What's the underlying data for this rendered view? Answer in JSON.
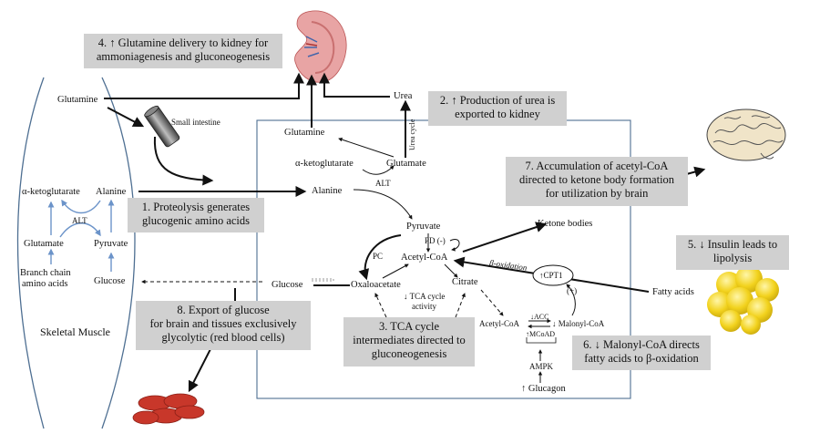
{
  "colors": {
    "arrow": "#111111",
    "muscle_arrow": "#6b93c9",
    "frame": "#4e6f92",
    "box_fill": "#d0d0d0",
    "rbc": "#c8372a",
    "kidney": "#e8a4a4",
    "fat": "#f2d21d",
    "brain": "#f0e4c8"
  },
  "icons": {
    "kidney": "kidney-icon",
    "brain": "brain-icon",
    "intestine": "small-intestine-icon",
    "fat": "adipose-tissue-icon",
    "rbc": "red-blood-cells-icon"
  },
  "muscle": {
    "title": "Skeletal Muscle",
    "glutamine": "Glutamine",
    "a_kg": "α-ketoglutarate",
    "alanine": "Alanine",
    "alt": "ALT",
    "glutamate": "Glutamate",
    "pyruvate": "Pyruvate",
    "branch_chain": "Branch chain",
    "amino_acids": "amino acids",
    "glucose": "Glucose"
  },
  "intestine_label": "Small intestine",
  "liver": {
    "glutamine": "Glutamine",
    "a_kg": "α-ketoglutarate",
    "glutamate": "Glutamate",
    "urea_cycle": "Urea cycle",
    "urea": "Urea",
    "alt": "ALT",
    "alanine": "Alanine",
    "pyruvate": "Pyruvate",
    "pd": "PD (-)",
    "pc": "PC",
    "acetyl_coa": "Acetyl-CoA",
    "oxaloacetate": "Oxaloacetate",
    "citrate": "Citrate",
    "glucose": "Glucose",
    "tca_activity_1": "↓ TCA cycle",
    "tca_activity_2": "activity",
    "ketone_bodies": "Ketone bodies",
    "beta_oxidation": "β-oxidation",
    "cpt1": "↑CPT1",
    "plus": "(+)",
    "fatty_acids": "Fatty acids",
    "acetyl_coa_2": "Acetyl-CoA",
    "acc": "↓ACC",
    "malonyl_coa": "↓ Malonyl-CoA",
    "mcoad": "↑MCoAD",
    "ampk": "AMPK",
    "glucagon": "↑ Glucagon"
  },
  "boxes": {
    "b1": [
      "1. Proteolysis generates",
      "glucogenic amino acids"
    ],
    "b2": [
      "2. ↑ Production of urea is",
      "exported to kidney"
    ],
    "b3": [
      "3. TCA cycle",
      "intermediates directed to",
      "gluconeogenesis"
    ],
    "b4": [
      "4. ↑ Glutamine delivery to kidney for",
      "ammoniagenesis and gluconeogenesis"
    ],
    "b5": [
      "5. ↓ Insulin leads to",
      "lipolysis"
    ],
    "b6": [
      "6. ↓ Malonyl-CoA directs",
      "fatty acids to β-oxidation"
    ],
    "b7": [
      "7. Accumulation of acetyl-CoA",
      "directed to ketone body formation",
      "for utilization by brain"
    ],
    "b8": [
      "8. Export of glucose",
      "for brain and tissues exclusively",
      "glycolytic (red blood cells)"
    ]
  }
}
